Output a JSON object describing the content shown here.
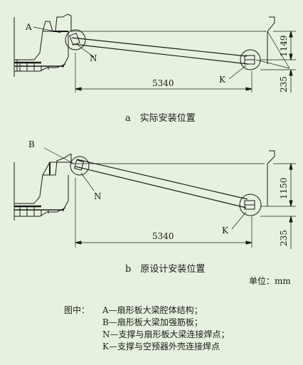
{
  "diagram_a": {
    "label_A": "A",
    "label_N": "N",
    "label_K": "K",
    "dim_horizontal": "5340",
    "dim_vertical_upper": "1149",
    "dim_vertical_lower": "235",
    "caption": "a　实际安装位置"
  },
  "diagram_b": {
    "label_B": "B",
    "label_N": "N",
    "label_K": "K",
    "dim_horizontal": "5340",
    "dim_vertical_upper": "1150",
    "dim_vertical_lower": "235",
    "caption": "b　原设计安装位置"
  },
  "unit": "单位：mm",
  "legend": {
    "title": "图中：",
    "items": [
      "A—扇形板大梁腔体结构；",
      "B—扇形板大梁加强筋板；",
      "N—支撑与扇形板大梁连接焊点；",
      "K—支撑与空预器外壳连接焊点"
    ]
  }
}
